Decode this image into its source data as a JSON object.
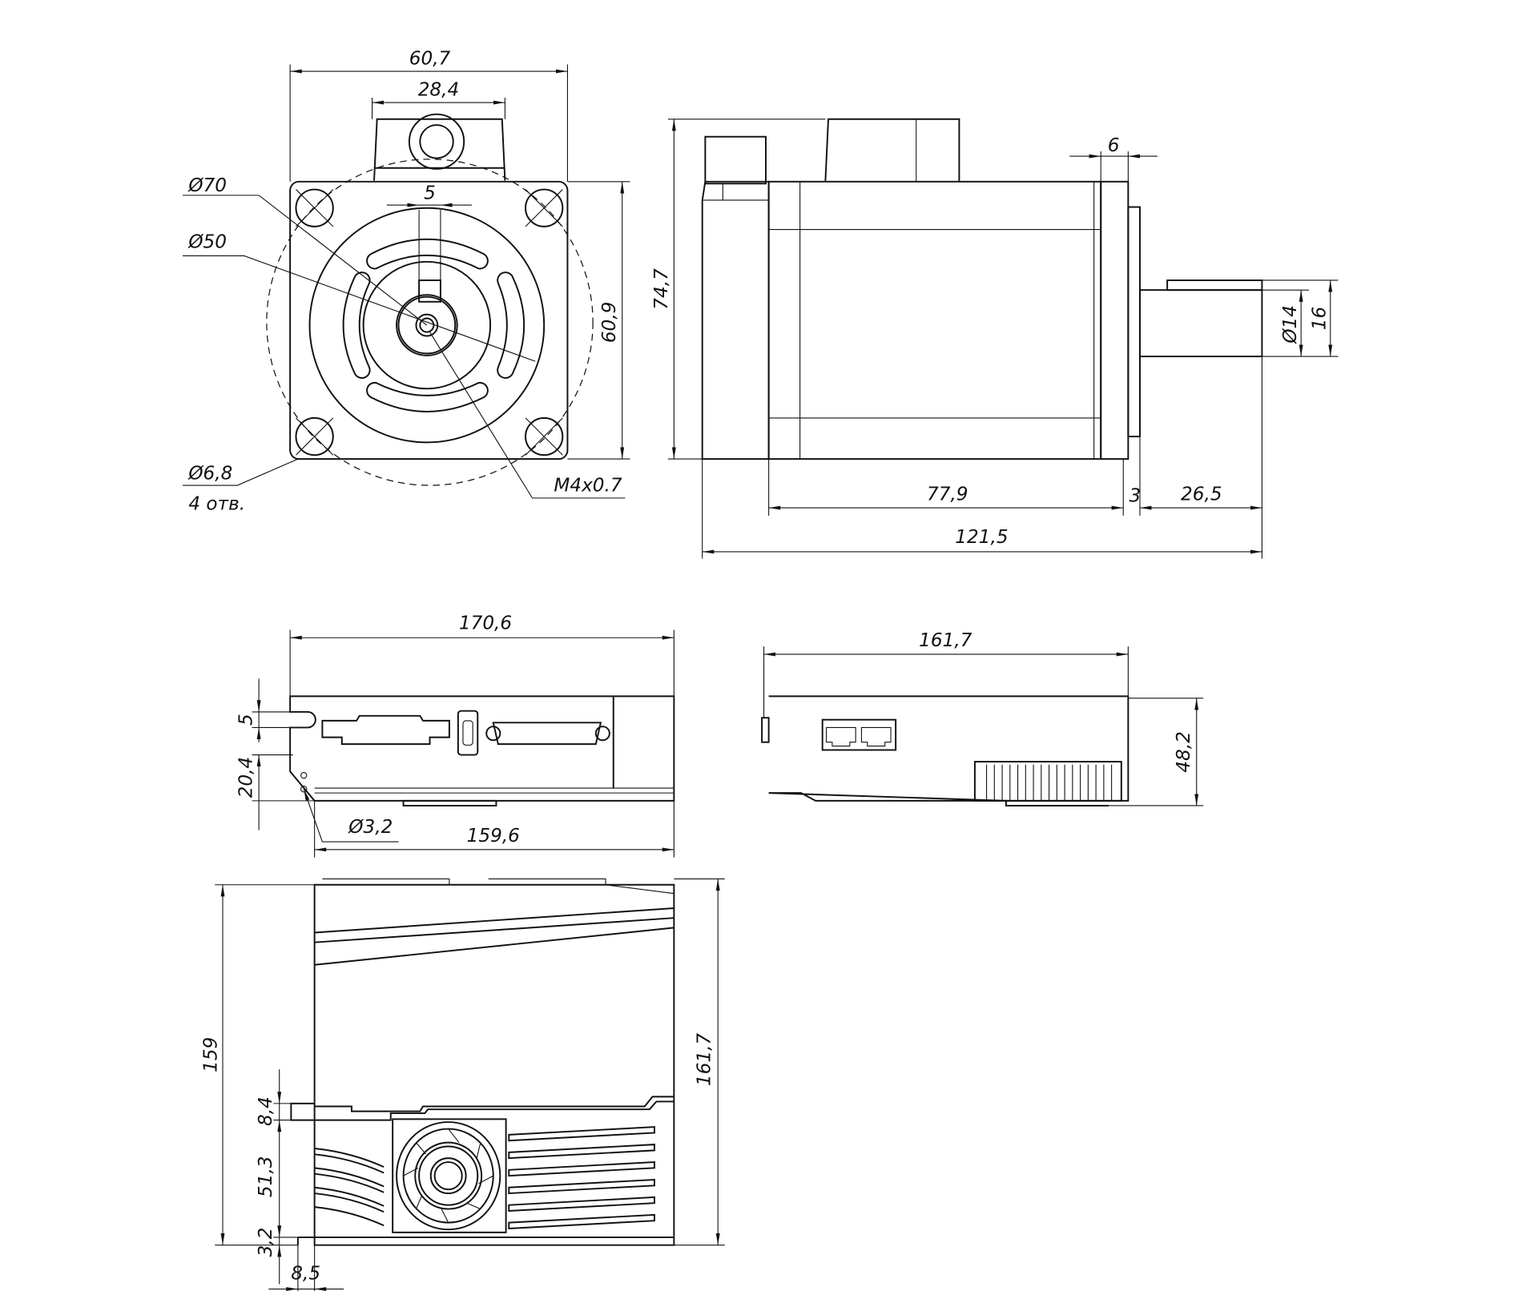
{
  "front_view": {
    "width": "60,7",
    "connector_width": "28,4",
    "height": "60,9",
    "key_width": "5",
    "pcd": "Ø70",
    "pilot_diameter": "Ø50",
    "hole_diameter": "Ø6,8",
    "hole_count": "4 отв.",
    "center_thread": "M4x0.7"
  },
  "side_view": {
    "height": "74,7",
    "key_length": "6",
    "shaft_diameter": "Ø14",
    "shaft_key_height": "16",
    "body_length": "77,9",
    "flange_step": "3",
    "shaft_length": "26,5",
    "total_length": "121,5"
  },
  "driver_top_view": {
    "length": "170,6",
    "mount_length": "159,6",
    "slot_offset": "5",
    "hole_offset": "20,4",
    "hole_diameter": "Ø3,2"
  },
  "driver_side_view": {
    "length": "161,7",
    "height": "48,2"
  },
  "driver_front_view": {
    "height": "159",
    "total_height": "161,7",
    "step_height": "8,4",
    "fan_zone": "51,3",
    "base_height": "3,2",
    "base_offset": "8,5"
  }
}
